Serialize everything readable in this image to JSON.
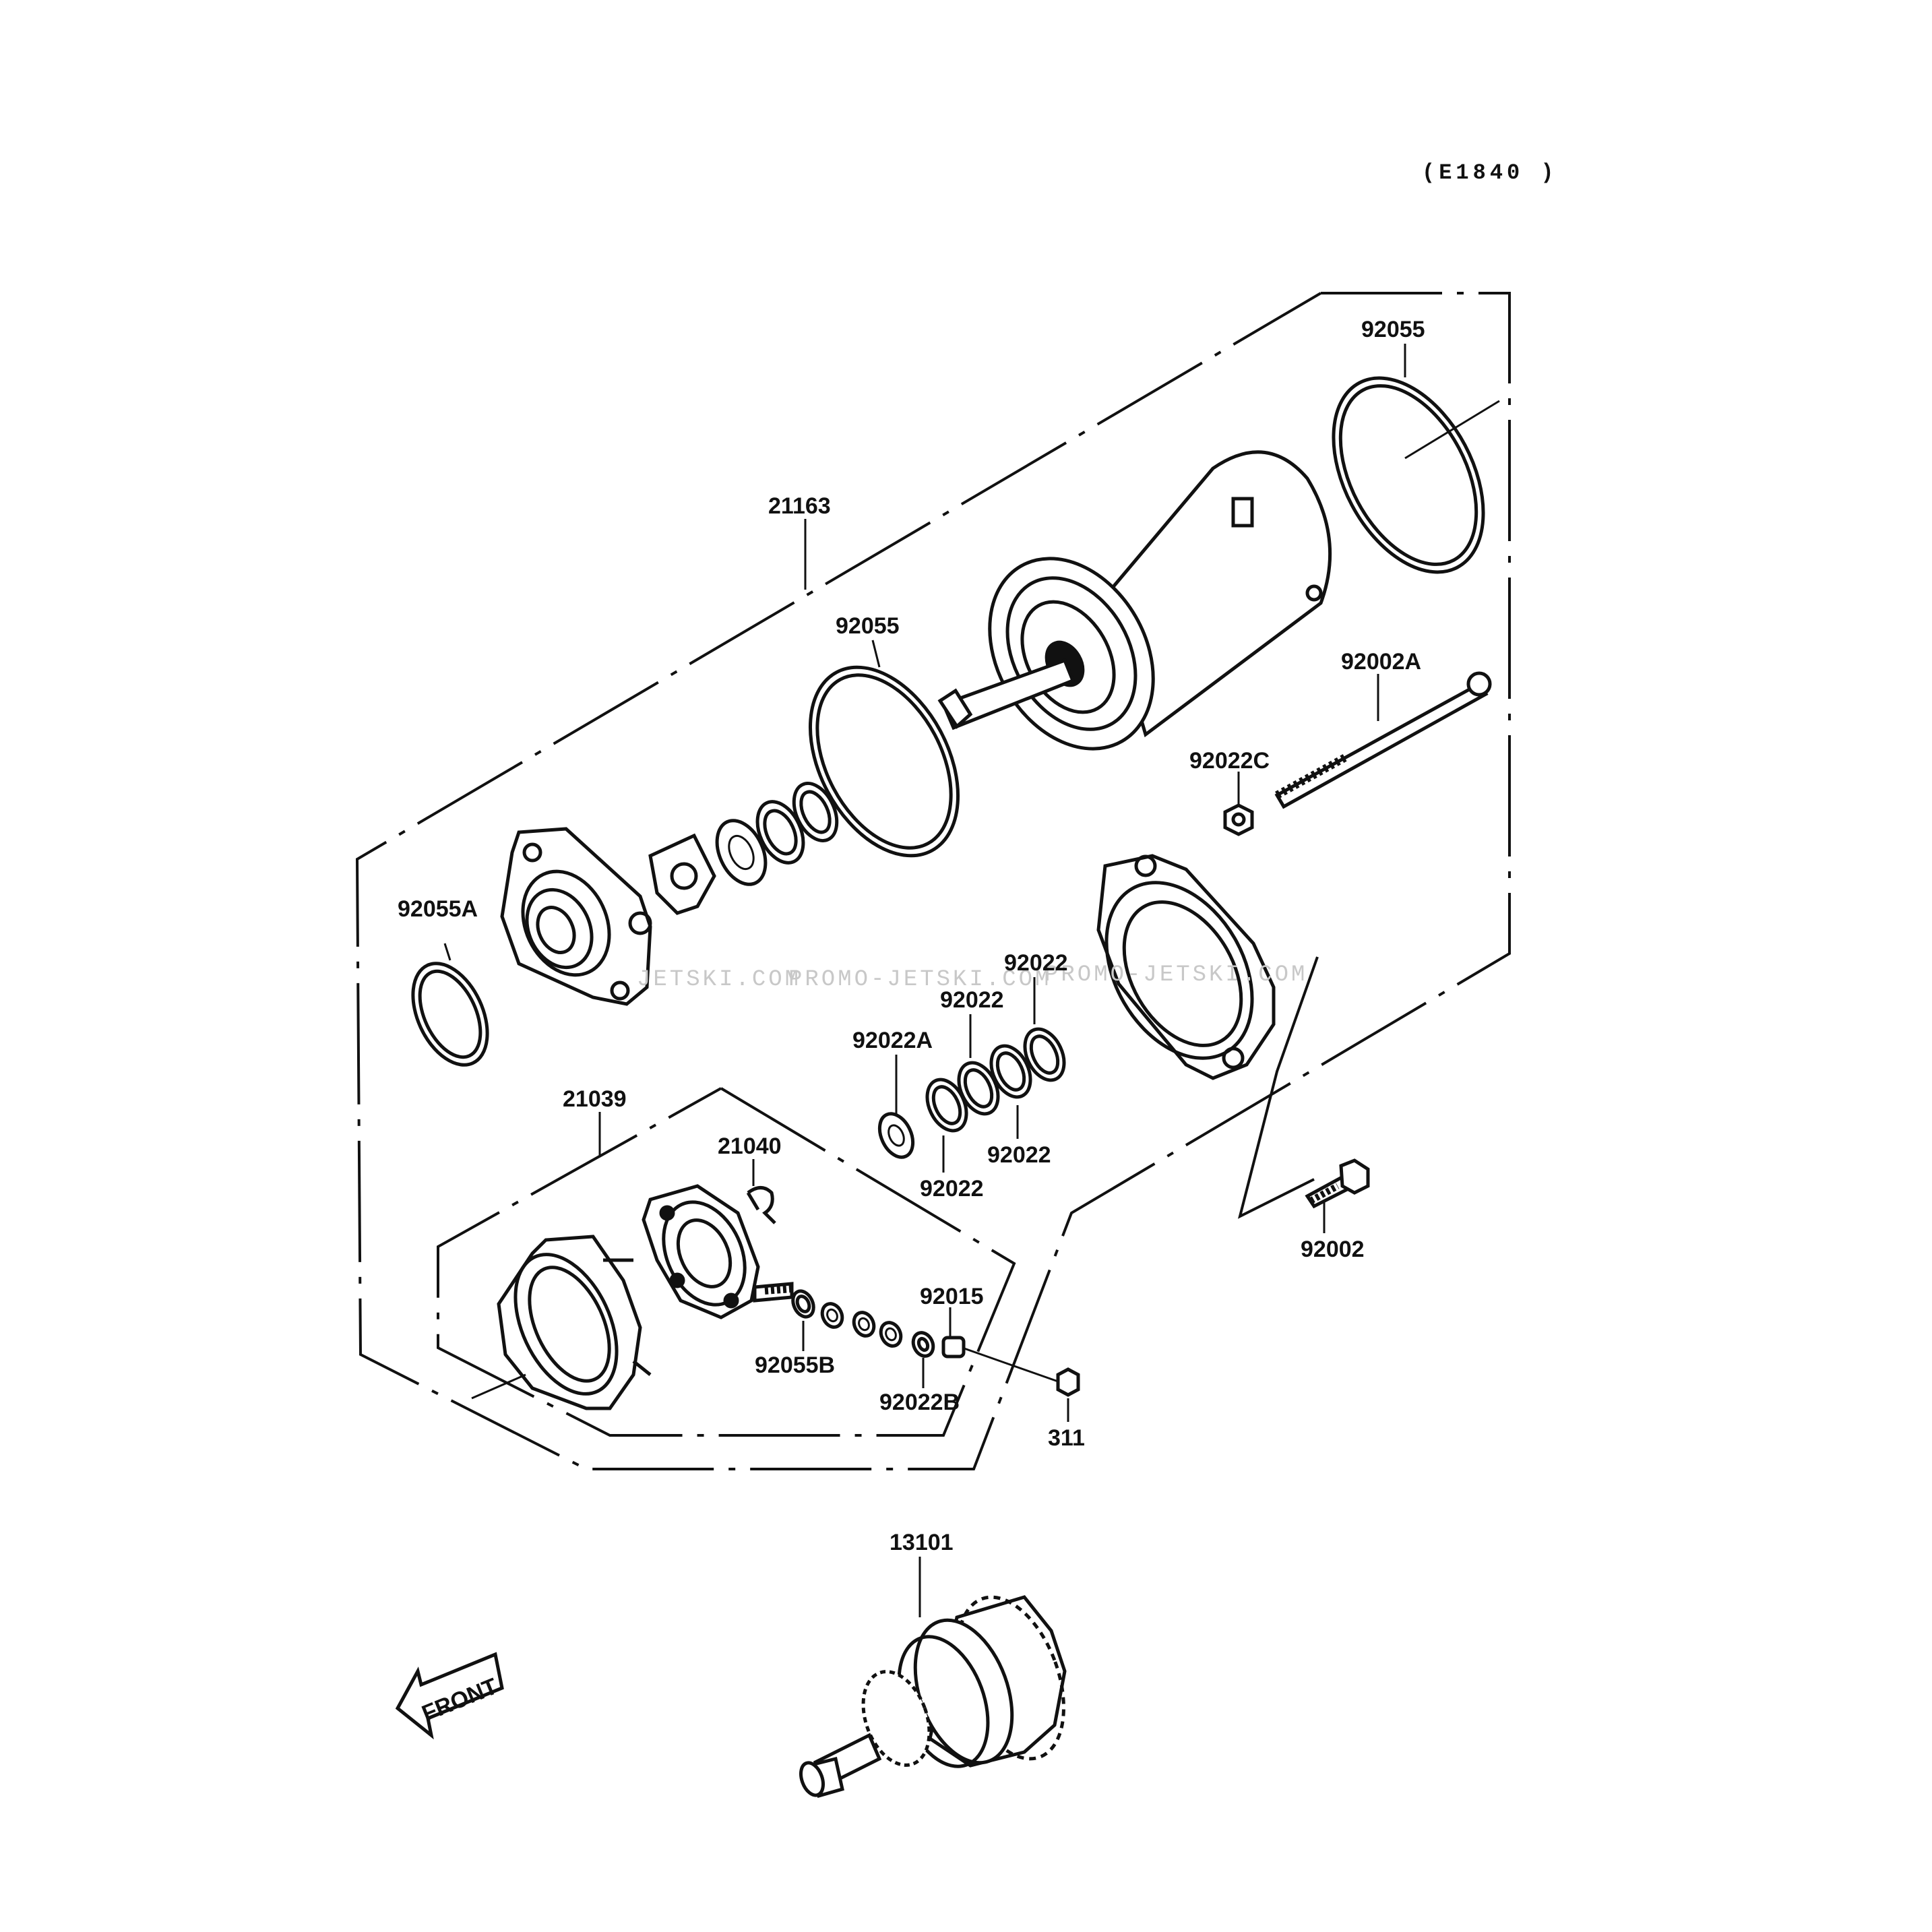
{
  "diagram": {
    "reference_code": "(E1840 )",
    "watermarks": [
      "JETSKI.COM",
      "PROMO-JETSKI.COM",
      "PROMO-JETSKI.COM"
    ],
    "front_arrow_label": "FRONT",
    "labels": {
      "l92055_top": "92055",
      "l21163": "21163",
      "l92055_mid": "92055",
      "l92002A": "92002A",
      "l92022C": "92022C",
      "l92055A": "92055A",
      "l92022_a": "92022",
      "l92022_b": "92022",
      "l92022A": "92022A",
      "l92022_c": "92022",
      "l92022_d": "92022",
      "l21039": "21039",
      "l21040": "21040",
      "l92002": "92002",
      "l92015": "92015",
      "l92055B": "92055B",
      "l92022B": "92022B",
      "l311": "311",
      "l13101": "13101"
    }
  }
}
